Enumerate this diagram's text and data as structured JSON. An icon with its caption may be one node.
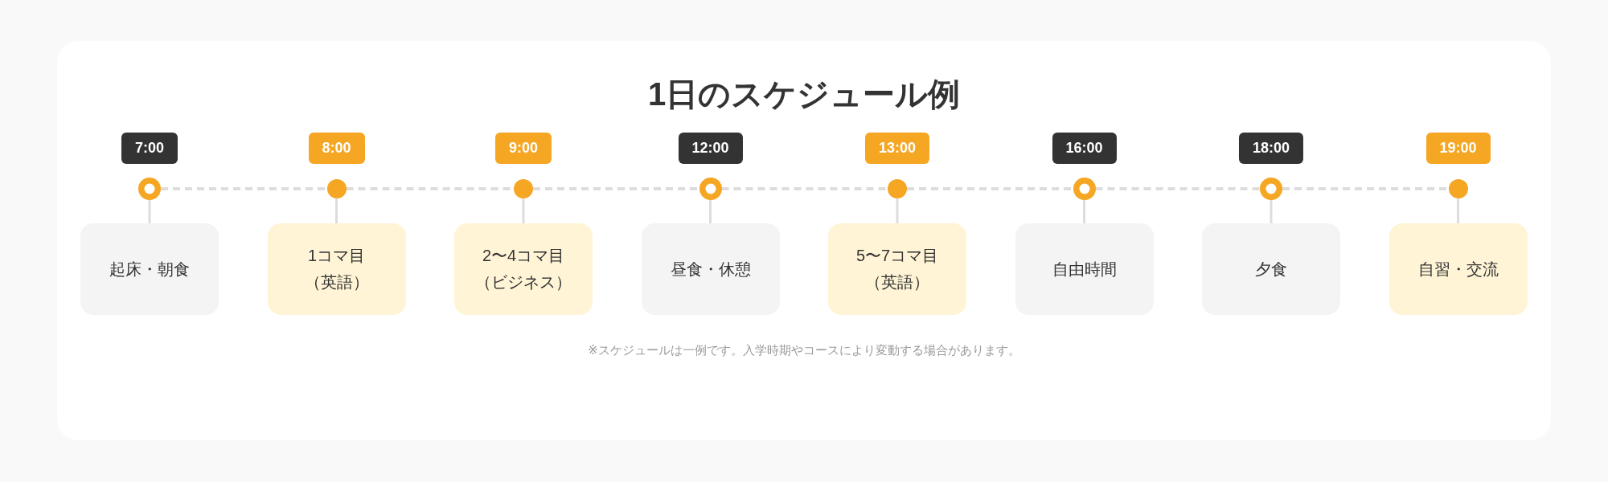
{
  "diagram": {
    "title": "1日のスケジュール例",
    "nodes": [
      {
        "text": [
          "7:00"
        ]
      },
      {
        "text": [
          "8:00"
        ]
      },
      {
        "text": [
          "9:00"
        ]
      },
      {
        "text": [
          "12:00"
        ]
      },
      {
        "text": [
          "13:00"
        ]
      },
      {
        "text": [
          "16:00"
        ]
      },
      {
        "text": [
          "18:00"
        ]
      },
      {
        "text": [
          "19:00"
        ]
      },
      {
        "text": [],
        "shape": "ring"
      },
      {
        "text": [],
        "shape": "circle"
      },
      {
        "text": [],
        "shape": "circle"
      },
      {
        "text": [],
        "shape": "ring"
      },
      {
        "text": [],
        "shape": "circle"
      },
      {
        "text": [],
        "shape": "ring"
      },
      {
        "text": [],
        "shape": "ring"
      },
      {
        "text": [],
        "shape": "circle"
      },
      {
        "text": [
          "起床・朝食"
        ]
      },
      {
        "text": [
          "1コマ目（英語）"
        ]
      },
      {
        "text": [
          "2〜4コマ目（ビジネス）"
        ]
      },
      {
        "text": [
          "昼食・休憩"
        ]
      },
      {
        "text": [
          "5〜7コマ目（英語）"
        ]
      },
      {
        "text": [
          "自由時間"
        ]
      },
      {
        "text": [
          "夕食"
        ]
      },
      {
        "text": [
          "自習・交流"
        ]
      }
    ],
    "edges": [
      {
        "from": 8,
        "to": 9,
        "arrow": "none",
        "style": "dashed"
      },
      {
        "from": 9,
        "to": 10,
        "arrow": "none",
        "style": "dashed"
      },
      {
        "from": 10,
        "to": 11,
        "arrow": "none",
        "style": "dashed"
      },
      {
        "from": 11,
        "to": 12,
        "arrow": "none",
        "style": "dashed"
      },
      {
        "from": 12,
        "to": 13,
        "arrow": "none",
        "style": "dashed"
      },
      {
        "from": 13,
        "to": 14,
        "arrow": "none",
        "style": "dashed"
      },
      {
        "from": 14,
        "to": 15,
        "arrow": "none",
        "style": "dashed"
      },
      {
        "from": 8,
        "to": 16,
        "arrow": "none"
      },
      {
        "from": 9,
        "to": 17,
        "arrow": "none"
      },
      {
        "from": 10,
        "to": 18,
        "arrow": "none"
      },
      {
        "from": 11,
        "to": 19,
        "arrow": "none"
      },
      {
        "from": 12,
        "to": 20,
        "arrow": "none"
      },
      {
        "from": 13,
        "to": 21,
        "arrow": "none"
      },
      {
        "from": 14,
        "to": 22,
        "arrow": "none"
      },
      {
        "from": 15,
        "to": 23,
        "arrow": "none"
      }
    ],
    "labels": [
      "※スケジュールは一例です。入学時期やコースにより変動する場合があります。"
    ]
  }
}
